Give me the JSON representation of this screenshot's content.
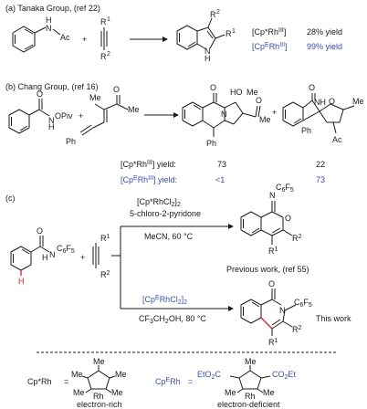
{
  "section_a": {
    "heading": "(a) Tanaka Group, (ref 22)",
    "reagent_top_group": "H",
    "reagent_ac": "Ac",
    "alkyne_r1": "R",
    "alkyne_r1_sup": "1",
    "alkyne_r2": "R",
    "alkyne_r2_sup": "2",
    "plus": "+",
    "product_r2": "R",
    "product_r2_sup": "2",
    "product_r1": "R",
    "product_r1_sup": "1",
    "product_nh": "H",
    "product_n": "N",
    "catalyst1": "[Cp*Rh",
    "catalyst1_sup": "III",
    "catalyst1_yield": "28% yield",
    "catalyst2": "[Cp",
    "catalyst2_sup_e": "E",
    "catalyst2_rh": "Rh",
    "catalyst2_sup": "III",
    "catalyst2_yield": "99% yield"
  },
  "section_b": {
    "heading": "(b) Chang Group, (ref 16)",
    "opiv": "OPiv",
    "n": "N",
    "nh": "H",
    "o": "O",
    "me1": "Me",
    "me2": "Me",
    "ph": "Ph",
    "ho": "HO",
    "me3": "Me",
    "me4": "Me",
    "ph2": "Ph",
    "o2": "O",
    "n2": "N",
    "nh2": "NH",
    "o3": "O",
    "me5": "Me",
    "ph3": "Ph",
    "o4": "O",
    "ac": "Ac",
    "plus": "+",
    "label1": "[Cp*Rh",
    "label1_sup": "III",
    "label1_tail": "] yield:",
    "label1_a": "73",
    "label1_b": "22",
    "label2": "[Cp",
    "label2_e": "E",
    "label2_rh": "Rh",
    "label2_sup": "III",
    "label2_tail": "] yield:",
    "label2_a": "<1",
    "label2_b": "73"
  },
  "section_c": {
    "heading": "(c)",
    "nc6f5": "N",
    "c6f5": "C",
    "c6f5_sub6": "6",
    "c6f5_f": "F",
    "c6f5_sub5": "5",
    "h_red": "H",
    "o": "O",
    "nh": "H",
    "r1": "R",
    "r1_sup": "1",
    "r2": "R",
    "r2_sup": "2",
    "plus": "+",
    "top_cat": "[Cp*RhCl",
    "top_cat_sub": "2",
    "top_cat_end": "]",
    "top_cat_sub2": "2",
    "top_additive": "5-chloro-2-pyridone",
    "top_conditions": "MeCN, 60 °C",
    "previous_work": "Previous work, (ref 55)",
    "bottom_cat": "[Cp",
    "bottom_cat_e": "E",
    "bottom_cat_rh": "RhCl",
    "bottom_cat_sub": "2",
    "bottom_cat_end": "]",
    "bottom_cat_sub2": "2",
    "bottom_conditions": "CF",
    "bottom_conditions_sub": "3",
    "bottom_conditions_end": "CH",
    "bottom_conditions_sub2": "2",
    "bottom_conditions_tail": "OH, 80 °C",
    "this_work": "This work",
    "top_prod_n": "N",
    "top_prod_c6f5": "C",
    "top_prod_o": "O",
    "top_prod_r1": "R",
    "top_prod_r1_sup": "1",
    "top_prod_r2": "R",
    "top_prod_r2_sup": "2",
    "bot_prod_o": "O",
    "bot_prod_n": "N",
    "bot_prod_c6f5": "C",
    "bot_prod_r2": "R",
    "bot_prod_r2_sup": "2",
    "bot_prod_r1": "R",
    "bot_prod_r1_sup": "1"
  },
  "legend": {
    "cp_star": "Cp*Rh",
    "eq1": "=",
    "me": "Me",
    "rh": "Rh",
    "electron_rich": "electron-rich",
    "cp_e": "Cp",
    "cp_e_sup": "E",
    "cp_e_rh": "Rh",
    "eq2": "=",
    "eto2c": "EtO",
    "eto2c_sub": "2",
    "eto2c_c": "C",
    "co2et": "CO",
    "co2et_sub": "2",
    "co2et_et": "Et",
    "electron_deficient": "electron-deficient"
  },
  "colors": {
    "blue": "#3b4fb2",
    "red": "#d42020",
    "ink": "#1a1a1a"
  }
}
